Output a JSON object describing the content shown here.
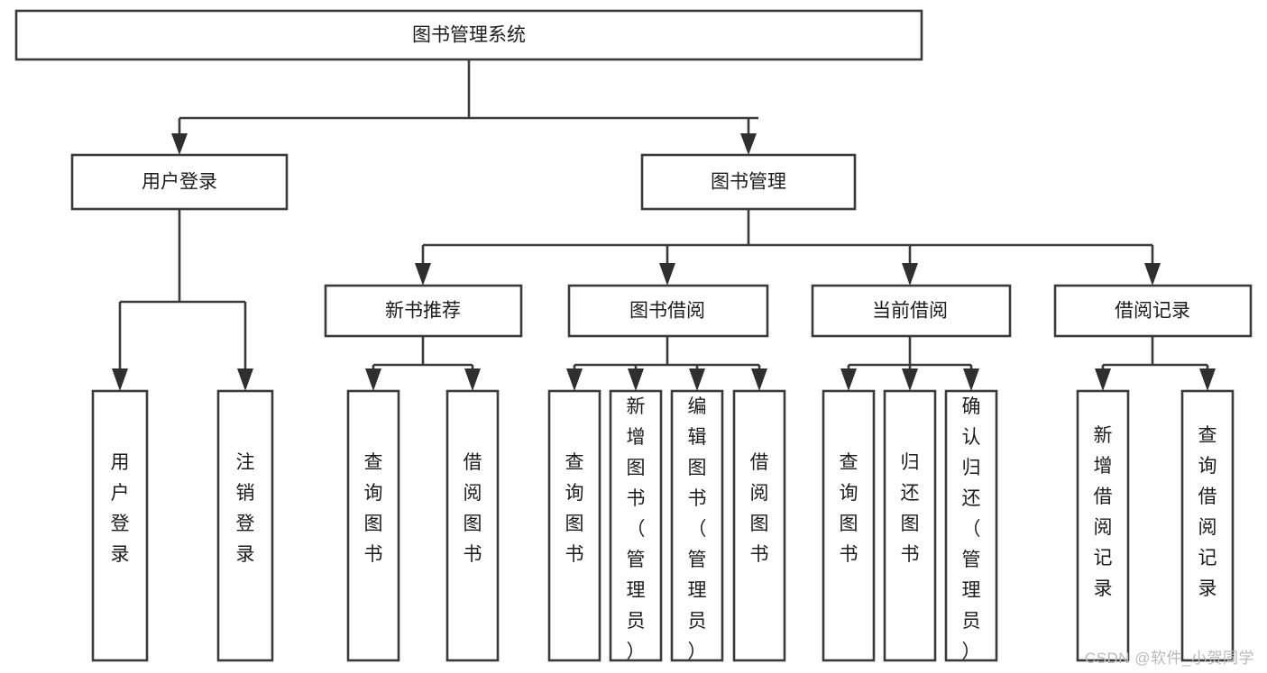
{
  "diagram": {
    "type": "tree",
    "title": "图书管理系统",
    "watermark": "CSDN @软件_小贺同学",
    "levels": {
      "root": {
        "label": "图书管理系统"
      },
      "level2": [
        {
          "id": "user-login",
          "label": "用户登录"
        },
        {
          "id": "book-manage",
          "label": "图书管理"
        }
      ],
      "level3": [
        {
          "id": "new-book-recommend",
          "label": "新书推荐",
          "parent": "book-manage"
        },
        {
          "id": "book-borrow",
          "label": "图书借阅",
          "parent": "book-manage"
        },
        {
          "id": "current-borrow",
          "label": "当前借阅",
          "parent": "book-manage"
        },
        {
          "id": "borrow-record",
          "label": "借阅记录",
          "parent": "book-manage"
        }
      ],
      "leaves": [
        {
          "id": "leaf-user-login",
          "label": "用户登录",
          "parent": "user-login"
        },
        {
          "id": "leaf-logout-login",
          "label": "注销登录",
          "parent": "user-login"
        },
        {
          "id": "leaf-query-book-1",
          "label": "查询图书",
          "parent": "new-book-recommend"
        },
        {
          "id": "leaf-borrow-book-1",
          "label": "借阅图书",
          "parent": "new-book-recommend"
        },
        {
          "id": "leaf-query-book-2",
          "label": "查询图书",
          "parent": "book-borrow"
        },
        {
          "id": "leaf-add-book",
          "label": "新增图书（管理员）",
          "parent": "book-borrow"
        },
        {
          "id": "leaf-edit-book",
          "label": "编辑图书（管理员）",
          "parent": "book-borrow"
        },
        {
          "id": "leaf-borrow-book-2",
          "label": "借阅图书",
          "parent": "book-borrow"
        },
        {
          "id": "leaf-query-book-3",
          "label": "查询图书",
          "parent": "current-borrow"
        },
        {
          "id": "leaf-return-book",
          "label": "归还图书",
          "parent": "current-borrow"
        },
        {
          "id": "leaf-confirm-return",
          "label": "确认归还（管理员）",
          "parent": "current-borrow"
        },
        {
          "id": "leaf-add-record",
          "label": "新增借阅记录",
          "parent": "borrow-record"
        },
        {
          "id": "leaf-query-record",
          "label": "查询借阅记录",
          "parent": "borrow-record"
        }
      ]
    },
    "colors": {
      "box_stroke": "#3a3a3a",
      "box_fill": "#ffffff",
      "text": "#1c1c1c",
      "connector": "#3a3a3a",
      "watermark": "#b9b9b9",
      "background": "#ffffff"
    }
  }
}
